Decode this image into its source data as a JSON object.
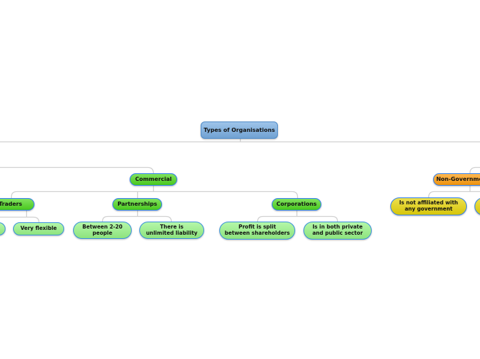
{
  "diagram_title": "Types of Organisations",
  "colors": {
    "root_fill": "#79aee2",
    "root_border": "#4f8bc9",
    "branch_fill": "#4fd720",
    "leaf_fill": "#98f487",
    "leaf_border": "#3490dd",
    "ngo_fill": "#ff9d0e",
    "ngo_leaf_fill": "#e6d40a",
    "border_blue": "#2d7ef0",
    "connector": "#d0d0d0"
  },
  "root": {
    "label": "Types of Organisations"
  },
  "branches": [
    {
      "label": "Commercial",
      "children": [
        {
          "label": "Sole Traders",
          "children": [
            {
              "label": ""
            },
            {
              "label": "Very flexible"
            }
          ]
        },
        {
          "label": "Partnerships",
          "children": [
            {
              "label": "Between 2-20\npeople"
            },
            {
              "label": "There is\nunlimited liability"
            }
          ]
        },
        {
          "label": "Corporations",
          "children": [
            {
              "label": "Profit is split\nbetween shareholders"
            },
            {
              "label": "Is in both private\nand public sector"
            }
          ]
        }
      ]
    },
    {
      "label": "Non-Government",
      "children": [
        {
          "label": "Is not affiliated with\nany government"
        },
        {
          "label": ""
        }
      ]
    }
  ]
}
